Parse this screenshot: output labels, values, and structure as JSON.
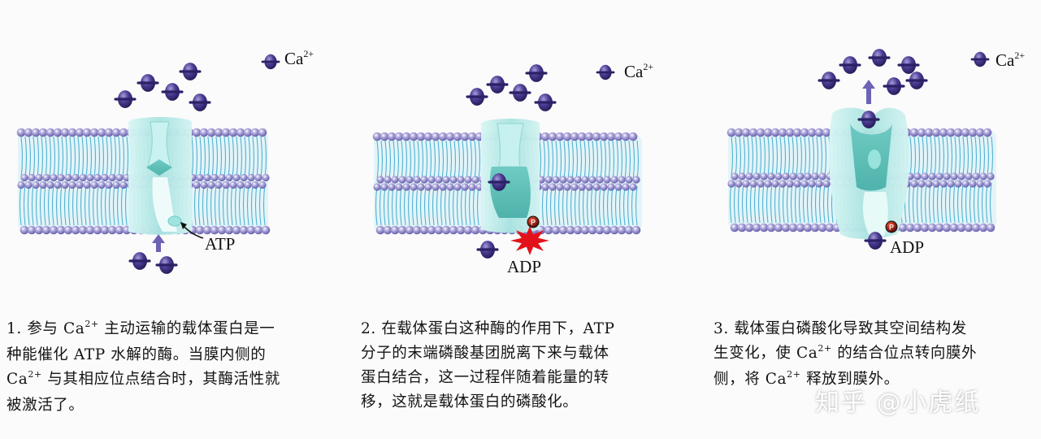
{
  "colors": {
    "ion": "#3c2f80",
    "protein": "#b9ecec",
    "lipid_head": "#8e86c9",
    "background": "#fbfbfb"
  },
  "panels": [
    {
      "legend": {
        "ion_symbol": "Ca",
        "charge": "2+"
      },
      "atp_label": "ATP",
      "caption_lines": [
        {
          "segments": [
            "1.  参与 Ca",
            "2+",
            " 主动运输的载体蛋白是一"
          ]
        },
        {
          "segments": [
            "种能催化 ATP 水解的酶。当膜内侧的",
            "",
            ""
          ]
        },
        {
          "segments": [
            "Ca",
            "2+",
            " 与其相应位点结合时，其酶活性就"
          ]
        },
        {
          "segments": [
            "被激活了。",
            "",
            ""
          ]
        }
      ]
    },
    {
      "legend": {
        "ion_symbol": "Ca",
        "charge": "2+"
      },
      "adp_label": "ADP",
      "phosphate_label": "P",
      "caption_lines": [
        {
          "segments": [
            "2.  在载体蛋白这种酶的作用下，ATP",
            "",
            ""
          ]
        },
        {
          "segments": [
            "分子的末端磷酸基团脱离下来与载体",
            "",
            ""
          ]
        },
        {
          "segments": [
            "蛋白结合，这一过程伴随着能量的转",
            "",
            ""
          ]
        },
        {
          "segments": [
            "移，这就是载体蛋白的磷酸化。",
            "",
            ""
          ]
        }
      ]
    },
    {
      "legend": {
        "ion_symbol": "Ca",
        "charge": "2+"
      },
      "adp_label": "ADP",
      "phosphate_label": "P",
      "caption_lines": [
        {
          "segments": [
            "3.  载体蛋白磷酸化导致其空间结构发",
            "",
            ""
          ]
        },
        {
          "segments": [
            "生变化，使 Ca",
            "2+",
            " 的结合位点转向膜外"
          ]
        },
        {
          "segments": [
            "侧，将 Ca",
            "2+",
            " 释放到膜外。",
            ""
          ]
        }
      ]
    }
  ],
  "watermark": "知乎 @小虎纸"
}
